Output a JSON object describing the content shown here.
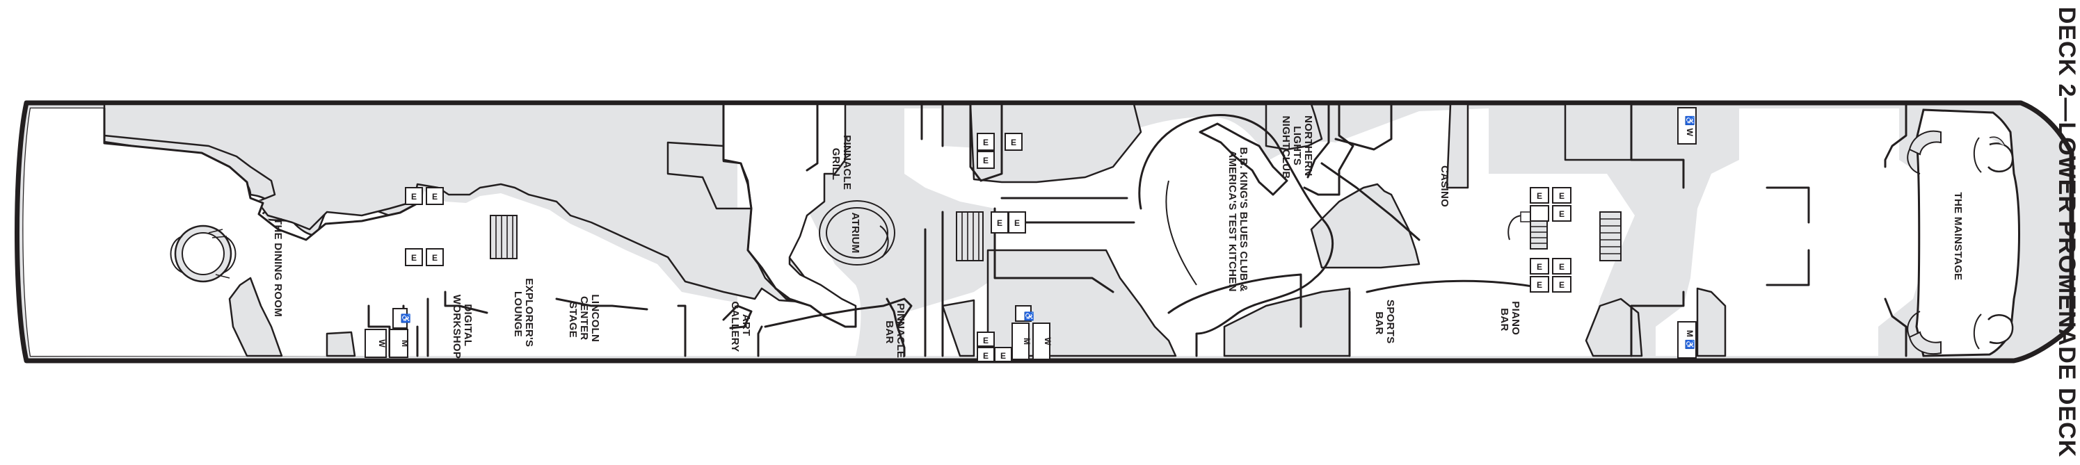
{
  "deck_title": "DECK 2—LOWER PROMENADE DECK",
  "venues": {
    "dining_room": "THE DINING ROOM",
    "digital_workshop": [
      "DIGITAL",
      "WORKSHOP"
    ],
    "explorers_lounge": [
      "EXPLORER'S",
      "LOUNGE"
    ],
    "lincoln_center_stage": [
      "LINCOLN",
      "CENTER",
      "STAGE"
    ],
    "art_gallery": [
      "ART",
      "GALLERY"
    ],
    "pinnacle_grill": [
      "PINNACLE",
      "GRILL"
    ],
    "atrium": "ATRIUM",
    "pinnacle_bar": [
      "PINNACLE",
      "BAR"
    ],
    "bb_kings": [
      "B.B. KING'S BLUES CLUB &",
      "AMERICA'S TEST KITCHEN"
    ],
    "northern_lights": [
      "NORTHERN",
      "LIGHTS",
      "NIGHTCLUB"
    ],
    "casino": "CASINO",
    "sports_bar": [
      "SPORTS",
      "BAR"
    ],
    "piano_bar": [
      "PIANO",
      "BAR"
    ],
    "mainstage": "THE MAINSTAGE"
  },
  "symbols": {
    "elevator": "E",
    "men": "M",
    "women": "W",
    "accessible_women": "♿ W",
    "accessible_men": "M ♿",
    "accessible": "♿"
  }
}
